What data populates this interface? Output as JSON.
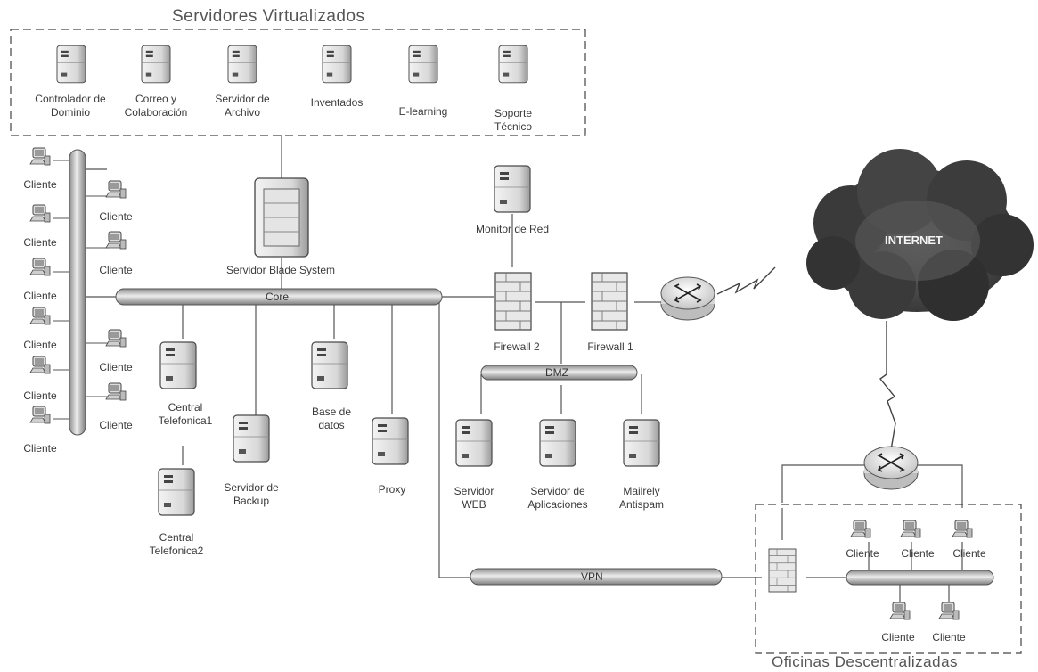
{
  "groups": {
    "virtual": "Servidores Virtualizados",
    "offices": "Oficinas Descentralizadas"
  },
  "buses": {
    "core": "Core",
    "dmz": "DMZ",
    "vpn": "VPN"
  },
  "cloud": "INTERNET",
  "virtual_servers": [
    {
      "line1": "Controlador de",
      "line2": "Dominio"
    },
    {
      "line1": "Correo y",
      "line2": "Colaboración"
    },
    {
      "line1": "Servidor de",
      "line2": "Archivo"
    },
    {
      "line1": "Inventados",
      "line2": ""
    },
    {
      "line1": "E-learning",
      "line2": ""
    },
    {
      "line1": "Soporte",
      "line2": "Técnico"
    }
  ],
  "servers": {
    "blade": "Servidor Blade System",
    "monitor": "Monitor de Red",
    "fw2": "Firewall 2",
    "fw1": "Firewall 1",
    "pbx1": {
      "line1": "Central",
      "line2": "Telefonica1"
    },
    "pbx2": {
      "line1": "Central",
      "line2": "Telefonica2"
    },
    "backup": {
      "line1": "Servidor de",
      "line2": "Backup"
    },
    "db": {
      "line1": "Base de",
      "line2": "datos"
    },
    "proxy": "Proxy",
    "web": {
      "line1": "Servidor",
      "line2": "WEB"
    },
    "apps": {
      "line1": "Servidor de",
      "line2": "Aplicaciones"
    },
    "mail": {
      "line1": "Mailrely",
      "line2": "Antispam"
    }
  },
  "client_label": "Cliente"
}
